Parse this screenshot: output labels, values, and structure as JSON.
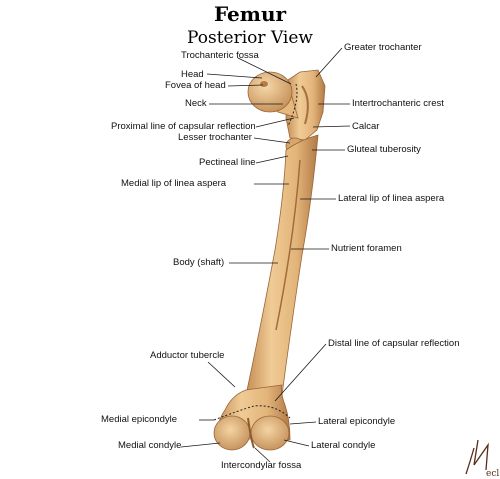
{
  "title": "Femur",
  "subtitle": "Posterior View",
  "labels": {
    "trochanteric_fossa": "Trochanteric fossa",
    "greater_trochanter": "Greater trochanter",
    "head": "Head",
    "fovea_of_head": "Fovea of head",
    "neck": "Neck",
    "intertrochanteric_crest": "Intertrochanteric crest",
    "proximal_line": "Proximal line of capsular reflection",
    "calcar": "Calcar",
    "lesser_trochanter": "Lesser trochanter",
    "gluteal_tuberosity": "Gluteal tuberosity",
    "pectineal_line": "Pectineal line",
    "medial_lip": "Medial lip of linea aspera",
    "lateral_lip": "Lateral lip of linea aspera",
    "nutrient_foramen": "Nutrient foramen",
    "body_shaft": "Body (shaft)",
    "distal_line": "Distal line of capsular reflection",
    "adductor_tubercle": "Adductor tubercle",
    "medial_epicondyle": "Medial epicondyle",
    "lateral_epicondyle": "Lateral epicondyle",
    "medial_condyle": "Medial condyle",
    "lateral_condyle": "Lateral condyle",
    "intercondylar_fossa": "Intercondylar fossa"
  },
  "colors": {
    "bone": "#e9c08a",
    "bone_shadow": "#c8935a",
    "bone_dark": "#a8703f",
    "leader": "#1a1a1a"
  },
  "signature_text": "f. N ecl"
}
